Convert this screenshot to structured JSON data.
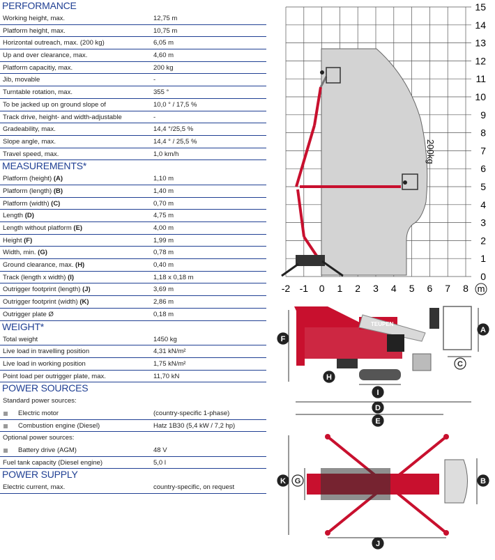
{
  "sections": {
    "performance": {
      "title": "PERFORMANCE",
      "rows": [
        {
          "label": "Working height, max.",
          "value": "12,75 m"
        },
        {
          "label": "Platform height, max.",
          "value": "10,75 m"
        },
        {
          "label": "Horizontal outreach, max. (200 kg)",
          "value": "6,05 m"
        },
        {
          "label": "Up and over clearance, max.",
          "value": "4,60 m"
        },
        {
          "label": "Platform capacitiy, max.",
          "value": "200 kg"
        },
        {
          "label": "Jib, movable",
          "value": "-"
        },
        {
          "label": "Turntable rotation, max.",
          "value": "355 °"
        },
        {
          "label": "To be jacked up on ground slope of",
          "value": "10,0 ° / 17,5 %"
        },
        {
          "label": "Track drive, height- and width-adjustable",
          "value": "-"
        },
        {
          "label": "Gradeability, max.",
          "value": "14,4 °/25,5 %"
        },
        {
          "label": "Slope angle, max.",
          "value": "14,4 ° / 25,5 %"
        },
        {
          "label": "Travel speed, max.",
          "value": "1,0 km/h"
        }
      ]
    },
    "measurements": {
      "title": "MEASUREMENTS*",
      "rows": [
        {
          "label": "Platform (height)",
          "key": "(A)",
          "value": "1,10 m"
        },
        {
          "label": "Platform (length)",
          "key": "(B)",
          "value": "1,40 m"
        },
        {
          "label": "Platform (width)",
          "key": "(C)",
          "value": "0,70 m"
        },
        {
          "label": "Length",
          "key": "(D)",
          "value": "4,75 m"
        },
        {
          "label": "Length without platform",
          "key": "(E)",
          "value": "4,00 m"
        },
        {
          "label": "Height",
          "key": "(F)",
          "value": "1,99 m"
        },
        {
          "label": "Width, min.",
          "key": "(G)",
          "value": "0,78 m"
        },
        {
          "label": "Ground clearance, max.",
          "key": "(H)",
          "value": "0,40 m"
        },
        {
          "label": "Track (length x width)",
          "key": "(I)",
          "value": "1,18 x 0,18 m"
        },
        {
          "label": "Outrigger footprint (length)",
          "key": "(J)",
          "value": "3,69 m"
        },
        {
          "label": "Outrigger footprint (width)",
          "key": "(K)",
          "value": "2,86 m"
        },
        {
          "label": "Outrigger plate Ø",
          "key": "",
          "value": "0,18 m"
        }
      ]
    },
    "weight": {
      "title": "WEIGHT*",
      "rows": [
        {
          "label": "Total weight",
          "value": "1450 kg"
        },
        {
          "label": "Live load in travelling position",
          "value": "4,31 kN/m²"
        },
        {
          "label": "Live load in working position",
          "value": "1,75 kN/m²"
        },
        {
          "label": "Point load per outrigger plate, max.",
          "value": "11,70 kN"
        }
      ]
    },
    "power_sources": {
      "title": "POWER SOURCES",
      "rows": [
        {
          "label": "Standard power sources:",
          "value": "",
          "type": "sub"
        },
        {
          "label": "Electric motor",
          "value": "(country-specific 1-phase)",
          "type": "bullet"
        },
        {
          "label": "Combustion engine (Diesel)",
          "value": "Hatz 1B30 (5,4 kW / 7,2 hp)",
          "type": "bullet"
        },
        {
          "label": "Optional power sources:",
          "value": "",
          "type": "sub"
        },
        {
          "label": "Battery drive (AGM)",
          "value": "48 V",
          "type": "bullet"
        },
        {
          "label": "Fuel tank capacity (Diesel engine)",
          "value": "5,0 l"
        }
      ]
    },
    "power_supply": {
      "title": "POWER SUPPLY",
      "rows": [
        {
          "label": "Electric current, max.",
          "value": "country-specific, on request"
        }
      ]
    }
  },
  "diagram": {
    "x_ticks": [
      "-2",
      "-1",
      "0",
      "1",
      "2",
      "3",
      "4",
      "5",
      "6",
      "7",
      "8"
    ],
    "y_ticks": [
      "15",
      "14",
      "13",
      "12",
      "11",
      "10",
      "9",
      "8",
      "7",
      "6",
      "5",
      "4",
      "3",
      "2",
      "1",
      "0"
    ],
    "unit_label": "m",
    "load_label": "200kg",
    "brand_label": "TEUPEN",
    "markers": {
      "A": "A",
      "B": "B",
      "C": "C",
      "D": "D",
      "E": "E",
      "F": "F",
      "G": "G",
      "H": "H",
      "I": "I",
      "J": "J",
      "K": "K"
    },
    "colors": {
      "machine_red": "#c8102e",
      "title_blue": "#1f3f93",
      "envelope_gray": "#d3d3d3"
    }
  }
}
